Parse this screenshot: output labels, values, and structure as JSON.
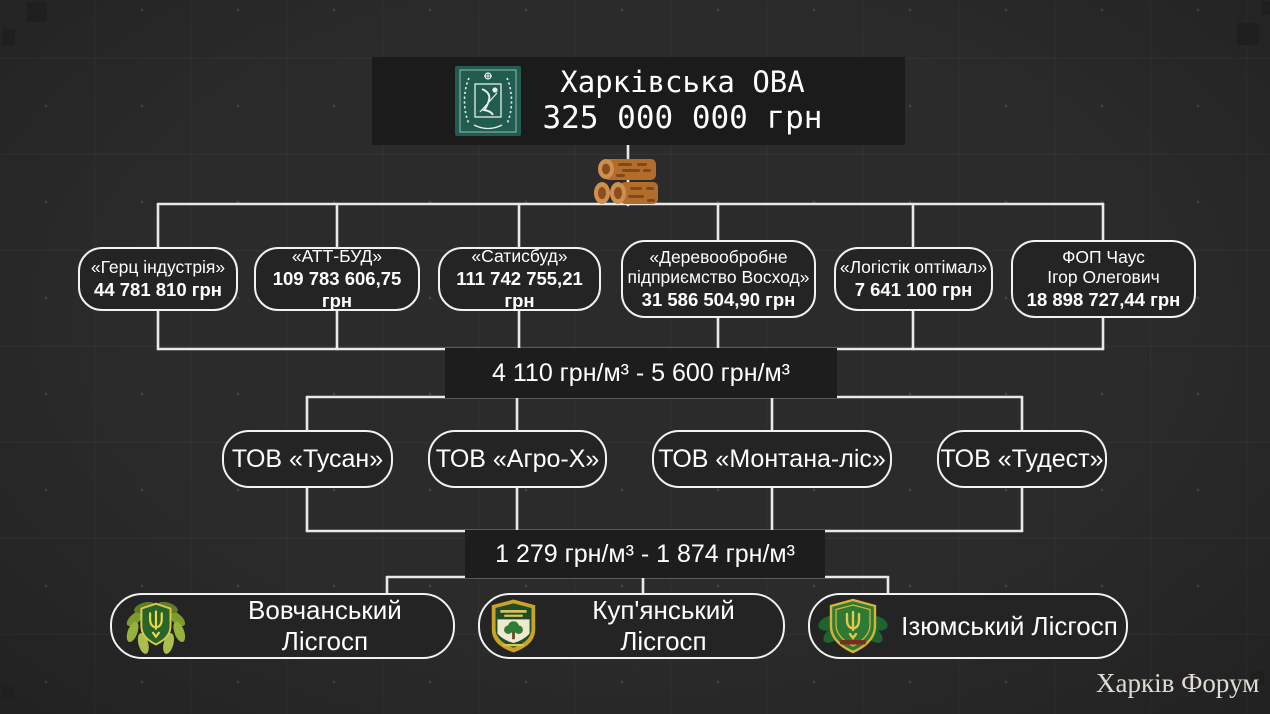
{
  "header": {
    "org": "Харківська ОВА",
    "amount": "325 000 000 грн"
  },
  "suppliers": [
    {
      "name": "«Герц індустрія»",
      "lines": [
        "«Герц індустрія»"
      ],
      "amount": "44 781 810 грн"
    },
    {
      "name": "«АТТ-БУД»",
      "lines": [
        "«АТТ-БУД»"
      ],
      "amount": "109 783 606,75 грн"
    },
    {
      "name": "«Сатисбуд»",
      "lines": [
        "«Сатисбуд»"
      ],
      "amount": "111 742 755,21 грн"
    },
    {
      "name": "«Деревообробне підприємство Восход»",
      "lines": [
        "«Деревообробне",
        "підприємство Восход»"
      ],
      "amount": "31 586 504,90 грн"
    },
    {
      "name": "«Логістік оптімал»",
      "lines": [
        "«Логістік оптімал»"
      ],
      "amount": "7 641 100 грн"
    },
    {
      "name": "ФОП Чаус Ігор Олегович",
      "lines": [
        "ФОП Чаус",
        "Ігор Олегович"
      ],
      "amount": "18 898 727,44 грн"
    }
  ],
  "price_ranges": {
    "suppliers_to_intermediaries": "4 110 грн/м³ - 5 600 грн/м³",
    "intermediaries_to_forestries": "1 279 грн/м³ - 1 874 грн/м³"
  },
  "intermediaries": [
    {
      "name": "ТОВ «Тусан»"
    },
    {
      "name": "ТОВ «Агро-Х»"
    },
    {
      "name": "ТОВ «Монтана-ліс»"
    },
    {
      "name": "ТОВ «Тудест»"
    }
  ],
  "forestries": [
    {
      "name": "Вовчанський Лісгосп",
      "emblem": "vovchansky-forestry-emblem"
    },
    {
      "name": "Куп'янський Лісгосп",
      "emblem": "kupyansky-forestry-emblem"
    },
    {
      "name": "Ізюмський Лісгосп",
      "emblem": "izyumsky-forestry-emblem"
    }
  ],
  "watermark": "Харків Форум",
  "icons": {
    "org_emblem": "kharkiv-oblast-coat-of-arms",
    "logs": "wood-logs-icon"
  },
  "colors": {
    "background": "#2b2b2b",
    "dark_panel": "#1b1b1b",
    "node_fill": "#242424",
    "connector": "#e9e9e9",
    "emblem_teal": "#215c50",
    "log_brown": "#b26d2c",
    "forest_green": "#2c7a33",
    "gold": "#d9b23a"
  }
}
